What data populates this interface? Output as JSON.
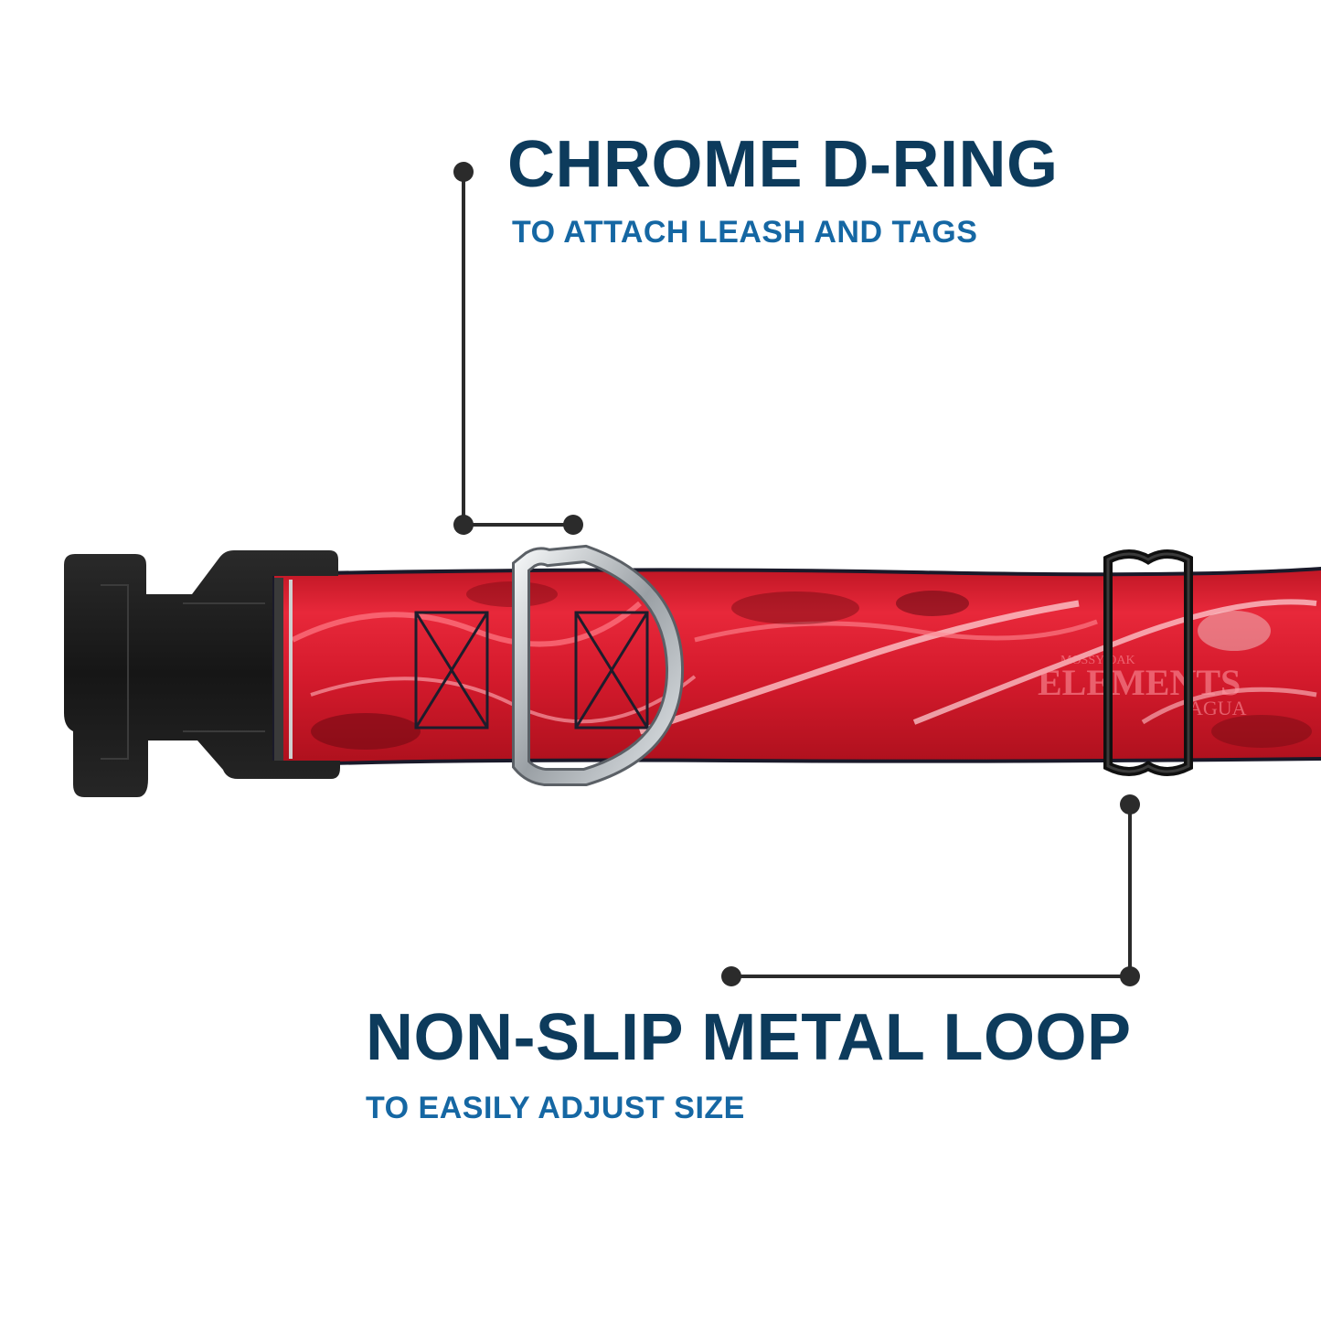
{
  "callouts": {
    "d_ring": {
      "title": "CHROME D-RING",
      "subtitle": "TO ATTACH LEASH AND TAGS"
    },
    "metal_loop": {
      "title": "NON-SLIP METAL LOOP",
      "subtitle": "TO EASILY ADJUST SIZE"
    }
  },
  "product": {
    "name": "dog-collar",
    "webbing_pattern": "red-camo",
    "colors": {
      "heading": "#0d3b5c",
      "subheading": "#1567a3",
      "leader_line": "#2b2b2b",
      "webbing": "#d41a2c",
      "buckle": "#1c1c1c",
      "ring": "#bfc4c8"
    },
    "brand_logo_text": {
      "top": "MOSSY OAK",
      "main": "ELEMENTS",
      "bottom": "AGUA"
    }
  }
}
